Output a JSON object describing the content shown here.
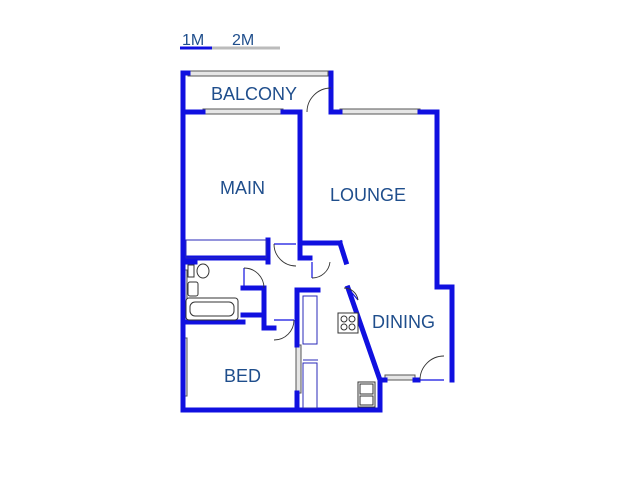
{
  "scale_bar": {
    "label_1": "1M",
    "label_2": "2M"
  },
  "rooms": {
    "balcony": "BALCONY",
    "main": "MAIN",
    "lounge": "LOUNGE",
    "dining": "DINING",
    "bed": "BED"
  },
  "colors": {
    "wall": "#1010e0",
    "label": "#1f4e8c"
  }
}
